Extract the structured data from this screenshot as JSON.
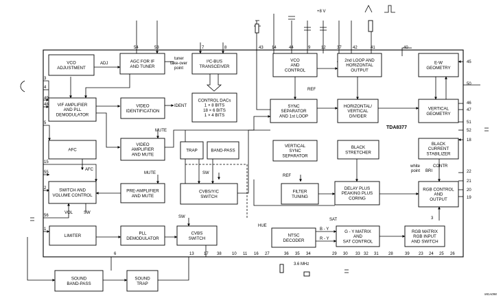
{
  "chip_label": "TDA8377",
  "footer_code": "MGA098",
  "supply_label": "+8 V",
  "crystal_label": "3.6 MHz",
  "blocks": {
    "vco_adj": [
      "VCO",
      "ADJUSTMENT"
    ],
    "agc": [
      "AGC FOR IF",
      "AND TUNER"
    ],
    "i2c": [
      "I²C-BUS",
      "TRANSCEIVER"
    ],
    "vco_ctrl": [
      "VCO",
      "AND",
      "CONTROL"
    ],
    "loop2": [
      "2nd LOOP AND",
      "HORIZONTAL",
      "OUTPUT"
    ],
    "ew": [
      "E-W",
      "GEOMETRY"
    ],
    "vif": [
      "VIF AMPLIFIER",
      "AND PLL",
      "DEMODULATOR"
    ],
    "vid_ident": [
      "VIDEO",
      "IDENTIFICATION"
    ],
    "dacs": [
      "CONTROL DACs",
      "1 × 8 BITS",
      "18 × 6 BITS",
      "1 × 4 BITS"
    ],
    "sync_sep": [
      "SYNC",
      "SEPARATOR",
      "AND 1st LOOP"
    ],
    "hv_div": [
      "HORIZONTAL/",
      "VERTICAL",
      "DIVIDER"
    ],
    "vert_geo": [
      "VERTICAL",
      "GEOMETRY"
    ],
    "afc": [
      "AFC"
    ],
    "vid_amp": [
      "VIDEO",
      "AMPLIFIER",
      "AND MUTE"
    ],
    "trap": [
      "TRAP"
    ],
    "bandpass": [
      "BAND-PASS"
    ],
    "vert_sync": [
      "VERTICAL",
      "SYNC",
      "SEPARATOR"
    ],
    "black_str": [
      "BLACK",
      "STRETCHER"
    ],
    "black_cur": [
      "BLACK",
      "CURRENT",
      "STABILIZER"
    ],
    "switch_vol": [
      "SWITCH AND",
      "VOLUME CONTROL"
    ],
    "preamp": [
      "PRE-AMPLIFIER",
      "AND MUTE"
    ],
    "cvbs_yc": [
      "CVBS/Y/C",
      "SWITCH"
    ],
    "filter": [
      "FILTER",
      "TUNING"
    ],
    "delay": [
      "DELAY PLUS",
      "PEAKING PLUS",
      "CORING"
    ],
    "rgb_ctrl": [
      "RGB CONTROL",
      "AND",
      "OUTPUT"
    ],
    "limiter": [
      "LIMITER"
    ],
    "pll_demod": [
      "PLL",
      "DEMODULATOR"
    ],
    "cvbs_sw": [
      "CVBS",
      "SWITCH"
    ],
    "ntsc": [
      "NTSC",
      "DECODER"
    ],
    "gy": [
      "G - Y MATRIX",
      "AND",
      "SAT CONTROL"
    ],
    "rgb_mat": [
      "RGB MATRIX",
      "RGB INPUT",
      "AND SWITCH"
    ],
    "snd_bp": [
      "SOUND",
      "BAND-PASS"
    ],
    "snd_trap": [
      "SOUND",
      "TRAP"
    ]
  },
  "signal_labels": {
    "adj": "ADJ",
    "tuner_takeover": [
      "tuner",
      "take-over",
      "point"
    ],
    "ident": "IDENT",
    "mute1": "MUTE",
    "mute2": "MUTE",
    "sw1": "SW",
    "sw2": "SW",
    "sw3": "SW",
    "afc_out": "AFC",
    "vol": "VOL",
    "ref1": "REF",
    "ref2": "REF",
    "sat": "SAT",
    "hue": "HUE",
    "by": "B - Y",
    "ry": "R - Y",
    "white_point": [
      "white",
      "point"
    ],
    "bri": "BRI",
    "contr": "CONTR",
    "three": "3"
  },
  "pins": {
    "top": [
      "54",
      "53",
      "7",
      "8",
      "43",
      "14",
      "44",
      "9",
      "12",
      "37",
      "42",
      "41",
      "40"
    ],
    "left": [
      "3",
      "4",
      "49",
      "48",
      "5",
      "15",
      "55",
      "2",
      "1",
      "56"
    ],
    "right": [
      "45",
      "50",
      "46",
      "47",
      "51",
      "52",
      "18",
      "22",
      "21",
      "20",
      "19"
    ],
    "bottom": [
      "6",
      "13",
      "17",
      "38",
      "10",
      "11",
      "16",
      "27",
      "36",
      "35",
      "34",
      "29",
      "30",
      "33",
      "32",
      "31",
      "28",
      "39",
      "23",
      "24",
      "25",
      "26"
    ]
  }
}
